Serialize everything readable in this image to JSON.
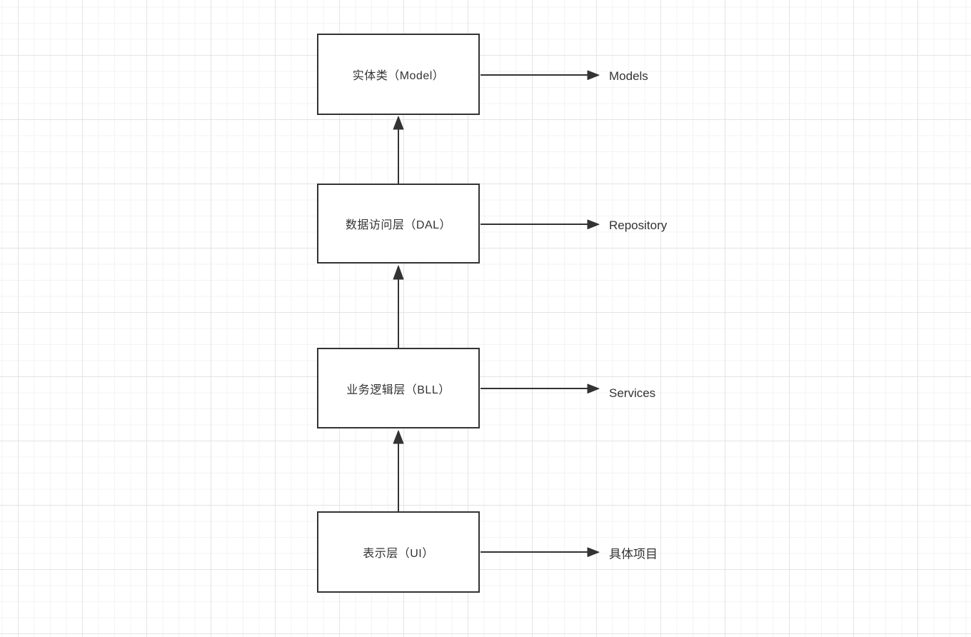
{
  "canvas": {
    "background_color": "#ffffff",
    "grid_minor_color": "#f3f3f3",
    "grid_major_color": "#e4e4e4",
    "stroke_color": "#333333",
    "text_color": "#333333"
  },
  "diagram": {
    "type": "layered-architecture-flowchart",
    "flow_direction": "bottom-to-top",
    "layers": [
      {
        "box_label": "实体类（Model）",
        "target_label": "Models"
      },
      {
        "box_label": "数据访问层（DAL）",
        "target_label": "Repository"
      },
      {
        "box_label": "业务逻辑层（BLL）",
        "target_label": "Services"
      },
      {
        "box_label": "表示层（UI）",
        "target_label": "具体项目"
      }
    ]
  }
}
